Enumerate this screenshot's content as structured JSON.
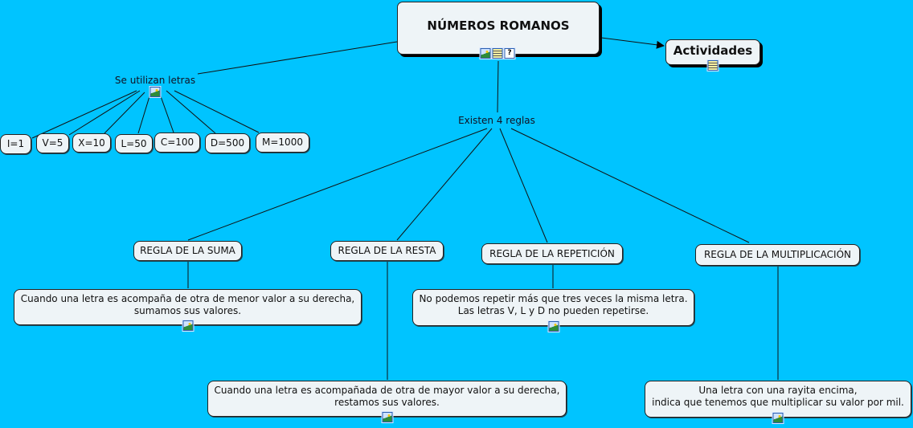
{
  "main": {
    "title": "NÚMEROS ROMANOS"
  },
  "actividades": {
    "label": "Actividades"
  },
  "link_letters": "Se utilizan letras",
  "letters": [
    "I=1",
    "V=5",
    "X=10",
    "L=50",
    "C=100",
    "D=500",
    "M=1000"
  ],
  "link_rules": "Existen 4 reglas",
  "rules": [
    {
      "title": "REGLA DE LA SUMA",
      "desc_line1": "Cuando una letra es acompaña de otra de menor valor a su derecha,",
      "desc_line2": "sumamos sus valores."
    },
    {
      "title": "REGLA DE LA RESTA",
      "desc_line1": "Cuando una letra es acompañada de otra de mayor valor a su derecha,",
      "desc_line2": "restamos sus valores."
    },
    {
      "title": "REGLA DE LA REPETICIÓN",
      "desc_line1": "No podemos repetir más que tres veces la misma letra.",
      "desc_line2": "Las letras V, L y D no pueden repetirse."
    },
    {
      "title": "REGLA DE LA MULTIPLICACIÓN",
      "desc_line1": "Una letra con una rayita encima,",
      "desc_line2": "indica que tenemos que multiplicar su valor por mil."
    }
  ],
  "icon_question": "?",
  "colors": {
    "background": "#00c4ff",
    "node": "#eef4f7"
  }
}
